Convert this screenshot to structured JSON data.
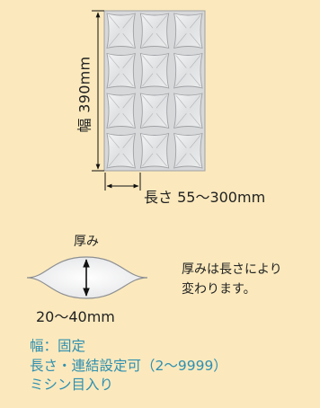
{
  "diagram": {
    "grid": {
      "rows": 4,
      "cols": 3
    },
    "width_dimension": "幅 390mm",
    "length_dimension": "長さ 55〜300mm",
    "thickness_label": "厚み",
    "thickness_range": "20〜40mm",
    "thickness_note": [
      "厚みは長さにより",
      "変わります。"
    ]
  },
  "specs": {
    "lines": [
      "幅：固定",
      "長さ・連結設定可（2〜9999）",
      "ミシン目入り"
    ]
  },
  "colors": {
    "background": "#fbe9bd",
    "cushion_fill": "#e3e4e6",
    "cushion_stroke": "#9fa1a4",
    "spec_text": "#2f8fb0"
  }
}
